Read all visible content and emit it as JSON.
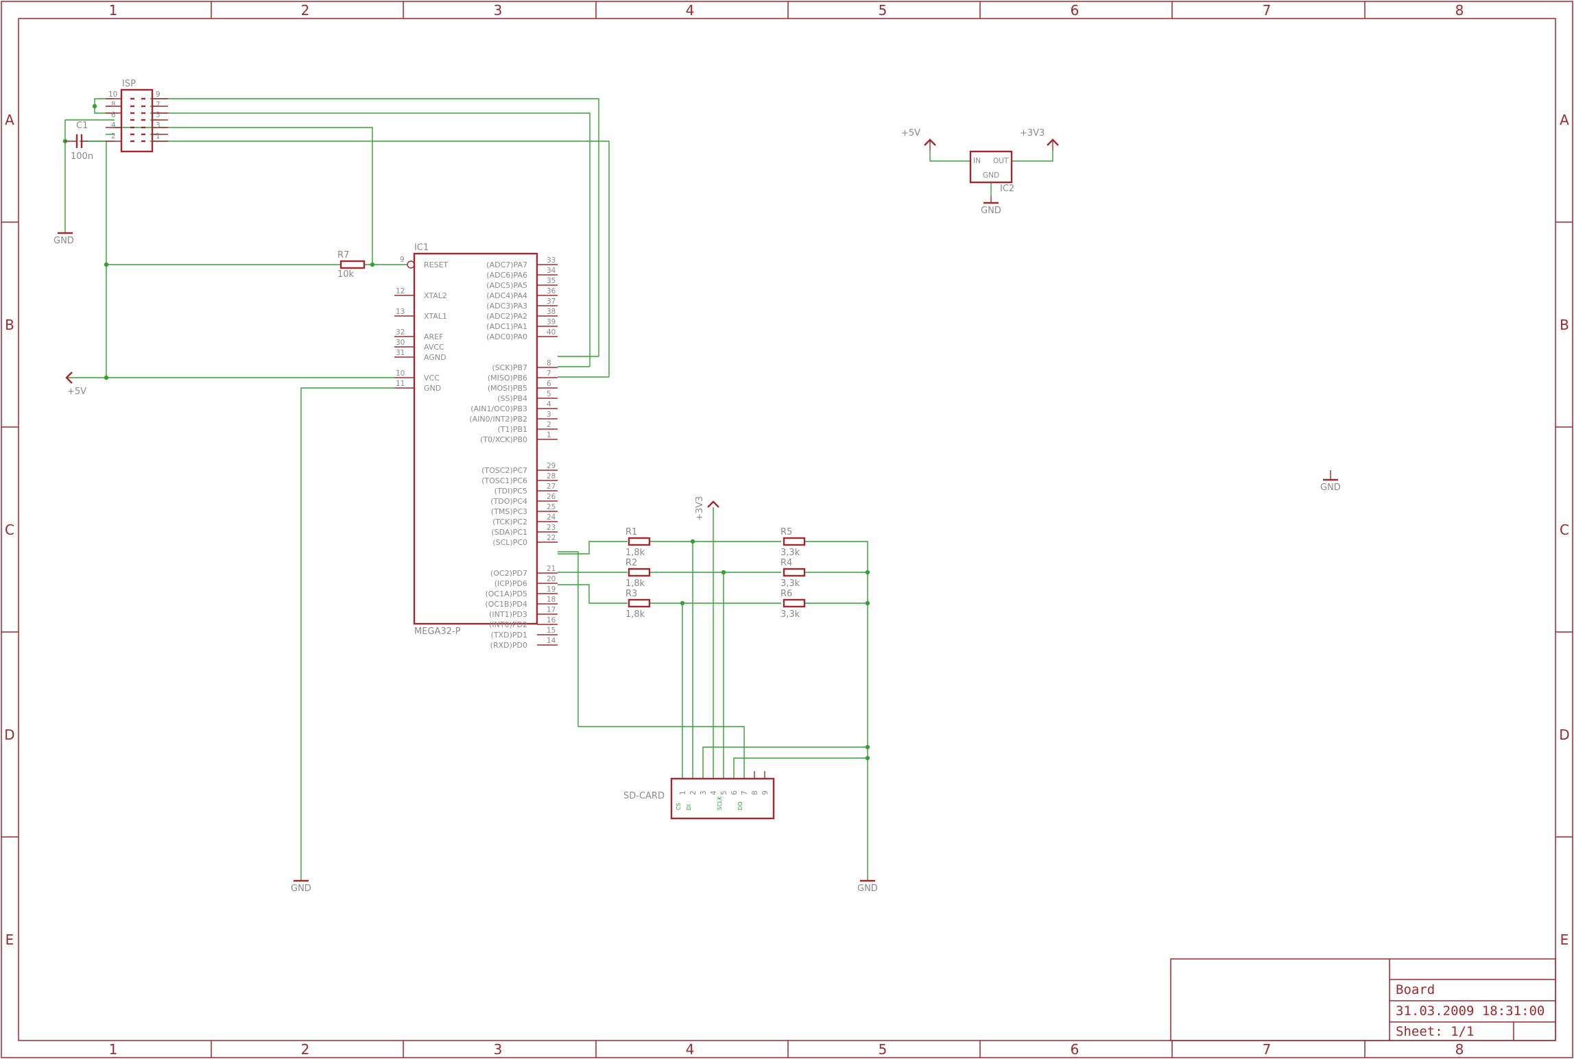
{
  "frame": {
    "columns": [
      "1",
      "2",
      "3",
      "4",
      "5",
      "6",
      "7",
      "8"
    ],
    "rows": [
      "A",
      "B",
      "C",
      "D",
      "E"
    ]
  },
  "title_block": {
    "name": "Board",
    "date": "31.03.2009 18:31:00",
    "sheet": "Sheet: 1/1"
  },
  "supply": {
    "plus5v": "+5V",
    "plus3v3": "+3V3",
    "gnd": "GND"
  },
  "isp": {
    "name": "ISP",
    "left_pins": [
      "10",
      "8",
      "6",
      "4",
      "2"
    ],
    "right_pins": [
      "9",
      "7",
      "5",
      "3",
      "1"
    ]
  },
  "c1": {
    "name": "C1",
    "value": "100n"
  },
  "r7": {
    "name": "R7",
    "value": "10k"
  },
  "ic1": {
    "name": "IC1",
    "part": "MEGA32-P",
    "left_pins": [
      {
        "num": "9",
        "label": "RESET"
      },
      {
        "num": "12",
        "label": "XTAL2"
      },
      {
        "num": "13",
        "label": "XTAL1"
      },
      {
        "num": "32",
        "label": "AREF"
      },
      {
        "num": "30",
        "label": "AVCC"
      },
      {
        "num": "31",
        "label": "AGND"
      },
      {
        "num": "10",
        "label": "VCC"
      },
      {
        "num": "11",
        "label": "GND"
      }
    ],
    "right_pins": [
      {
        "num": "33",
        "label": "(ADC7)PA7"
      },
      {
        "num": "34",
        "label": "(ADC6)PA6"
      },
      {
        "num": "35",
        "label": "(ADC5)PA5"
      },
      {
        "num": "36",
        "label": "(ADC4)PA4"
      },
      {
        "num": "37",
        "label": "(ADC3)PA3"
      },
      {
        "num": "38",
        "label": "(ADC2)PA2"
      },
      {
        "num": "39",
        "label": "(ADC1)PA1"
      },
      {
        "num": "40",
        "label": "(ADC0)PA0"
      },
      {
        "num": "8",
        "label": "(SCK)PB7"
      },
      {
        "num": "7",
        "label": "(MISO)PB6"
      },
      {
        "num": "6",
        "label": "(MOSI)PB5"
      },
      {
        "num": "5",
        "label": "(SS)PB4"
      },
      {
        "num": "4",
        "label": "(AIN1/OC0)PB3"
      },
      {
        "num": "3",
        "label": "(AIN0/INT2)PB2"
      },
      {
        "num": "2",
        "label": "(T1)PB1"
      },
      {
        "num": "1",
        "label": "(T0/XCK)PB0"
      },
      {
        "num": "29",
        "label": "(TOSC2)PC7"
      },
      {
        "num": "28",
        "label": "(TOSC1)PC6"
      },
      {
        "num": "27",
        "label": "(TDI)PC5"
      },
      {
        "num": "26",
        "label": "(TDO)PC4"
      },
      {
        "num": "25",
        "label": "(TMS)PC3"
      },
      {
        "num": "24",
        "label": "(TCK)PC2"
      },
      {
        "num": "23",
        "label": "(SDA)PC1"
      },
      {
        "num": "22",
        "label": "(SCL)PC0"
      },
      {
        "num": "21",
        "label": "(OC2)PD7"
      },
      {
        "num": "20",
        "label": "(ICP)PD6"
      },
      {
        "num": "19",
        "label": "(OC1A)PD5"
      },
      {
        "num": "18",
        "label": "(OC1B)PD4"
      },
      {
        "num": "17",
        "label": "(INT1)PD3"
      },
      {
        "num": "16",
        "label": "(INT0)PD2"
      },
      {
        "num": "15",
        "label": "(TXD)PD1"
      },
      {
        "num": "14",
        "label": "(RXD)PD0"
      }
    ]
  },
  "ic2": {
    "name": "IC2",
    "in": "IN",
    "out": "OUT",
    "gnd": "GND"
  },
  "resistors": [
    {
      "name": "R1",
      "value": "1,8k"
    },
    {
      "name": "R2",
      "value": "1,8k"
    },
    {
      "name": "R3",
      "value": "1,8k"
    },
    {
      "name": "R5",
      "value": "3,3k"
    },
    {
      "name": "R4",
      "value": "3,3k"
    },
    {
      "name": "R6",
      "value": "3,3k"
    }
  ],
  "sdcard": {
    "name": "SD-CARD",
    "pins": [
      "1",
      "2",
      "3",
      "4",
      "5",
      "6",
      "7",
      "8",
      "9"
    ],
    "signals": [
      "CS",
      "DI",
      "SCLK",
      "DO"
    ]
  }
}
